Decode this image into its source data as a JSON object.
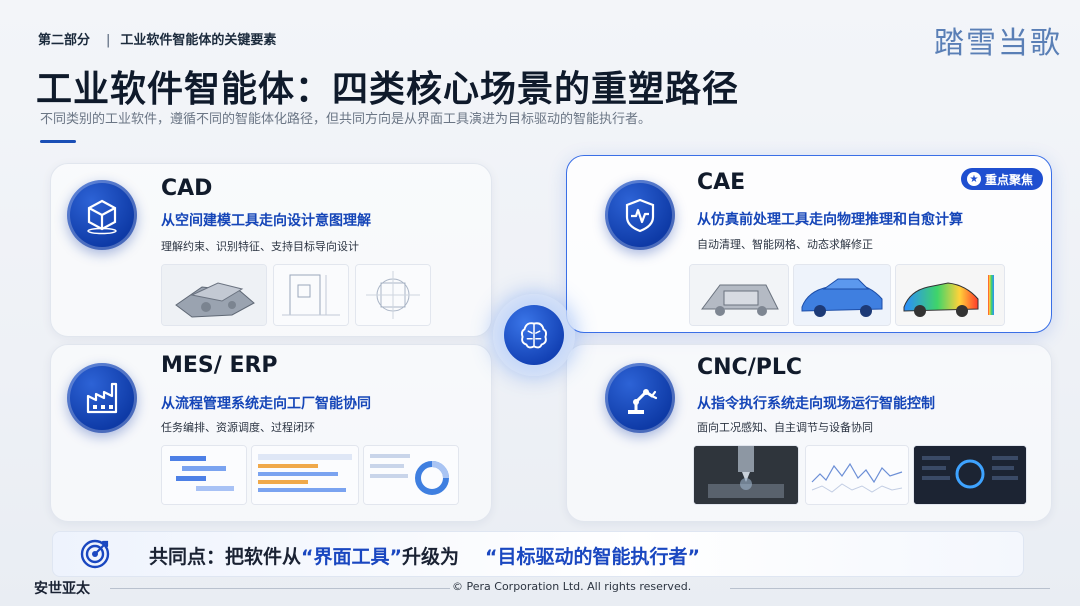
{
  "header": {
    "section": "第二部分",
    "section_sub": "工业软件智能体的关键要素",
    "logo_text": "踏雪当歌",
    "title": "工业软件智能体：四类核心场景的重塑路径",
    "subtitle": "不同类别的工业软件，遵循不同的智能体化路径，但共同方向是从界面工具演进为目标驱动的智能执行者。"
  },
  "cards": {
    "cad": {
      "title": "CAD",
      "headline": "从空间建模工具走向设计意图理解",
      "caption": "理解约束、识别特征、支持目标导向设计",
      "icon": "cube-icon"
    },
    "cae": {
      "title": "CAE",
      "headline": "从仿真前处理工具走向物理推理和自愈计算",
      "caption": "自动清理、智能网格、动态求解修正",
      "badge": "重点聚焦",
      "icon": "waveform-shield-icon"
    },
    "mes": {
      "title": "MES/ ERP",
      "headline": "从流程管理系统走向工厂智能协同",
      "caption": "任务编排、资源调度、过程闭环",
      "icon": "factory-icon"
    },
    "cnc": {
      "title": "CNC/PLC",
      "headline": "从指令执行系统走向现场运行智能控制",
      "caption": "面向工况感知、自主调节与设备协同",
      "icon": "robot-arm-icon"
    }
  },
  "hub": {
    "icon": "brain-circuit-icon"
  },
  "bottom": {
    "label": "共同点：",
    "text1": "把软件从",
    "quote1": "“界面工具”",
    "text2": "升级为",
    "quote2": "“目标驱动的智能执行者”"
  },
  "footer": {
    "logo": "安世亚太",
    "copyright": "© Pera Corporation Ltd. All rights reserved."
  },
  "colors": {
    "accent": "#1f4fd0",
    "title": "#0f1a2b",
    "highlight": "#1646b8"
  }
}
